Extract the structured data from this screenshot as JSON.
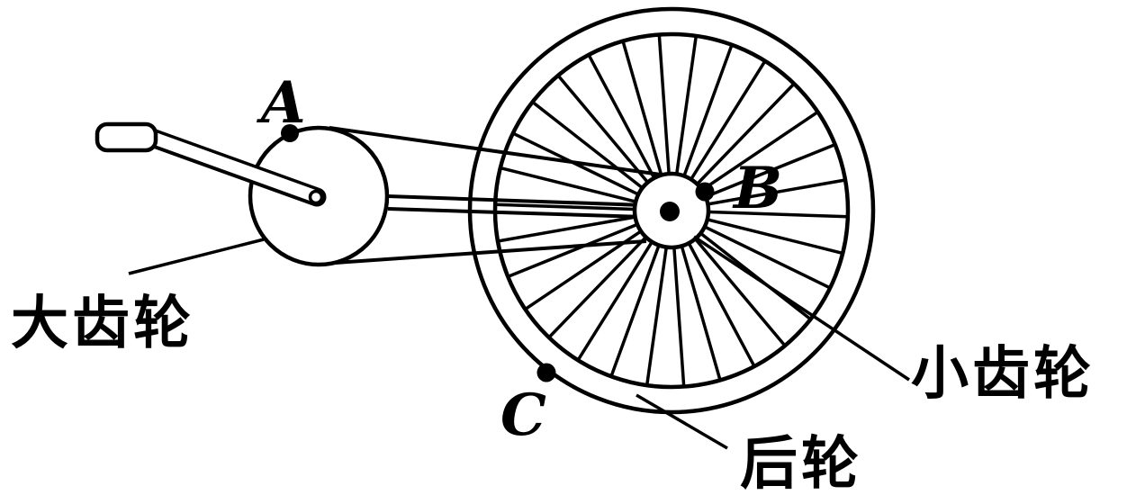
{
  "figure": {
    "background_color": "#ffffff",
    "ink_color": "#000000",
    "points": {
      "a": "A",
      "b": "B",
      "c": "C"
    },
    "labels": {
      "large_gear": "大齿轮",
      "small_gear": "小齿轮",
      "rear_wheel": "后轮"
    },
    "wheel": {
      "spoke_count": 30
    }
  }
}
